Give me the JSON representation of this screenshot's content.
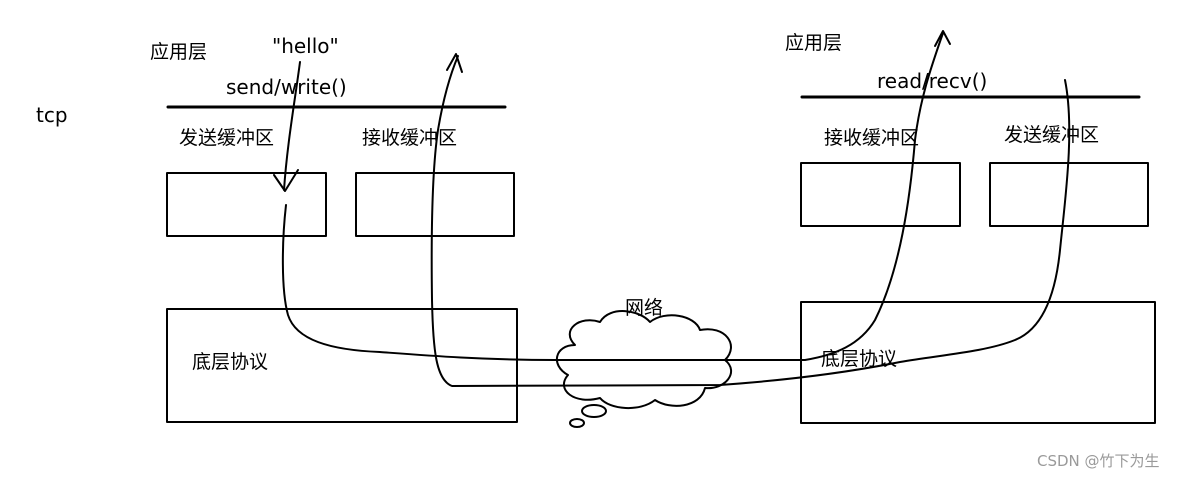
{
  "labels": {
    "tcp": "tcp",
    "left_app_layer": "应用层",
    "left_hello": "\"hello\"",
    "left_send_write": "send/write()",
    "left_send_buffer": "发送缓冲区",
    "left_recv_buffer": "接收缓冲区",
    "left_protocol": "底层协议",
    "network": "网络",
    "right_app_layer": "应用层",
    "right_read_recv": "read/recv()",
    "right_recv_buffer": "接收缓冲区",
    "right_send_buffer": "发送缓冲区",
    "right_protocol": "底层协议",
    "watermark": "CSDN @竹下为生"
  },
  "colors": {
    "stroke": "#000000",
    "background": "#ffffff",
    "watermark": "#9a9a9a"
  }
}
